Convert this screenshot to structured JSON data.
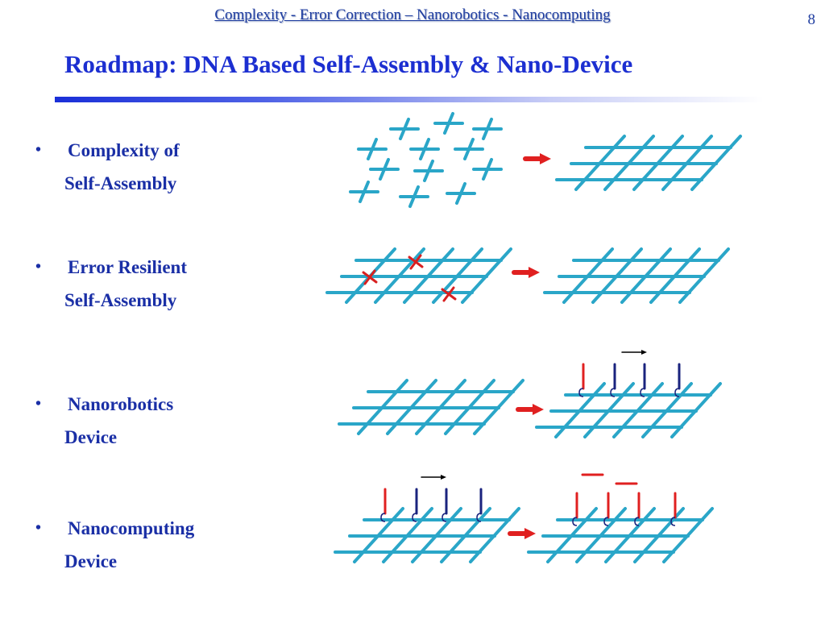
{
  "header": {
    "text": "Complexity - Error Correction – Nanorobotics - Nanocomputing",
    "page_number": "8"
  },
  "title": "Roadmap: DNA Based Self-Assembly & Nano-Device",
  "bullets": [
    {
      "line1": "Complexity of",
      "line2": "Self-Assembly"
    },
    {
      "line1": "Error Resilient",
      "line2": "Self-Assembly"
    },
    {
      "line1": "Nanorobotics",
      "line2": "Device"
    },
    {
      "line1": "Nanocomputing",
      "line2": "Device"
    }
  ],
  "colors": {
    "header_text": "#1f3da0",
    "title_text": "#1c2fd1",
    "bullet_text": "#1a2fa6",
    "lattice": "#2aa6c8",
    "arrow": "#e02020",
    "error_mark": "#d82020",
    "walker_red": "#e02020",
    "walker_navy": "#1a237e",
    "motion_arrow": "#000000"
  },
  "icons": {
    "bullet": "bullet-dot",
    "transition": "red-right-arrow",
    "error": "red-x-mark",
    "motion": "black-right-arrow"
  }
}
